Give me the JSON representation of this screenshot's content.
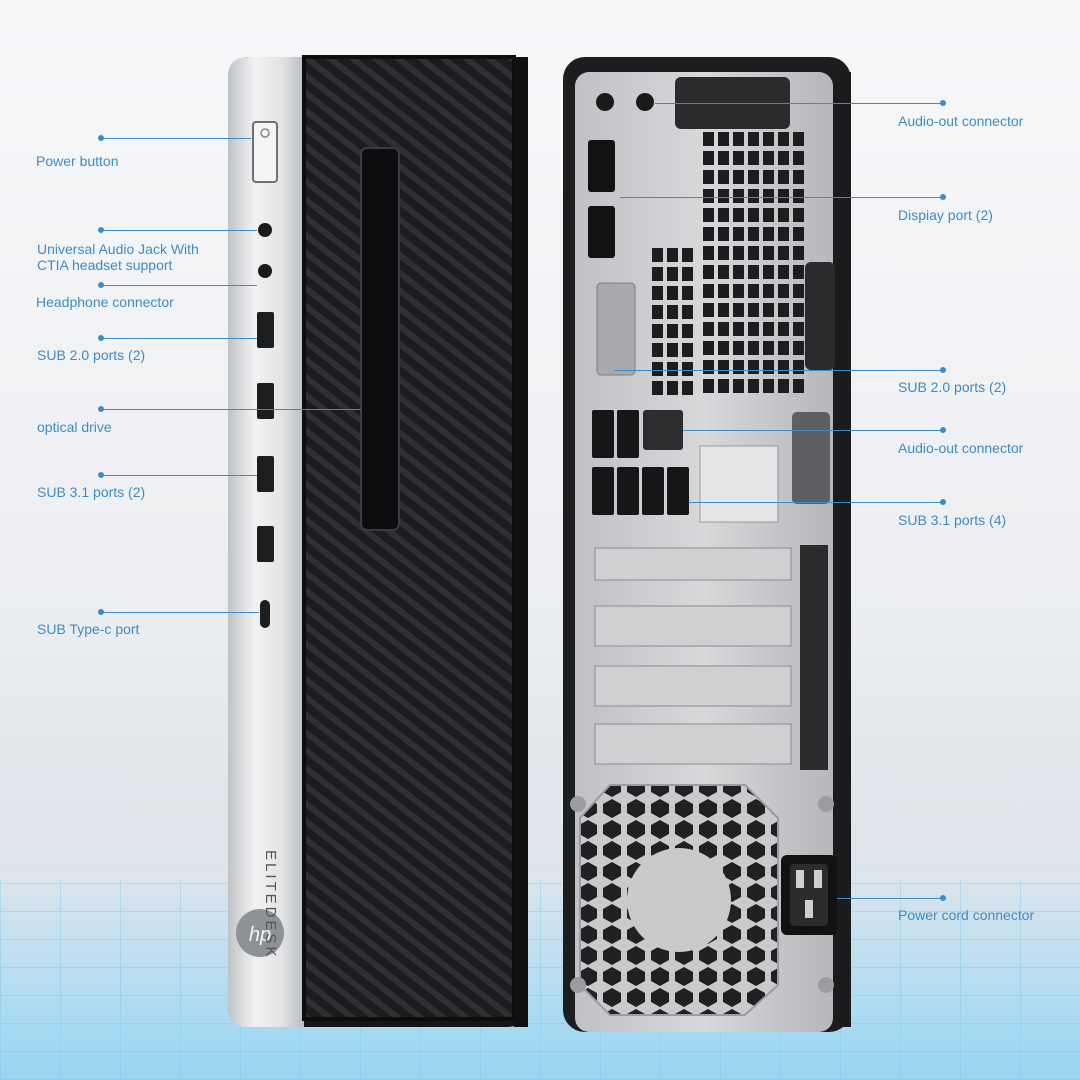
{
  "front_panel": {
    "brand_text": "ELITEDESK",
    "callouts": [
      {
        "id": "power",
        "label": "Power button"
      },
      {
        "id": "audio-jack",
        "label": "Universal Audio Jack With\nCTIA headset support"
      },
      {
        "id": "headphone",
        "label": "Headphone connector"
      },
      {
        "id": "usb20",
        "label": "SUB 2.0 ports (2)"
      },
      {
        "id": "optical",
        "label": "optical drive"
      },
      {
        "id": "usb31",
        "label": "SUB 3.1 ports (2)"
      },
      {
        "id": "typec",
        "label": "SUB Type-c port"
      }
    ]
  },
  "rear_panel": {
    "callouts": [
      {
        "id": "audio-out-top",
        "label": "Audio-out connector"
      },
      {
        "id": "displayport",
        "label": "Dispiay port (2)"
      },
      {
        "id": "usb20-rear",
        "label": "SUB 2.0 ports (2)"
      },
      {
        "id": "audio-out-mid",
        "label": "Audio-out connector"
      },
      {
        "id": "usb31-rear",
        "label": "SUB 3.1 ports (4)"
      },
      {
        "id": "power-cord",
        "label": "Power cord connector"
      }
    ]
  },
  "colors": {
    "accent": "#3f8bc6",
    "chassis": "#1e1f21",
    "silver": "#d9dadc"
  }
}
